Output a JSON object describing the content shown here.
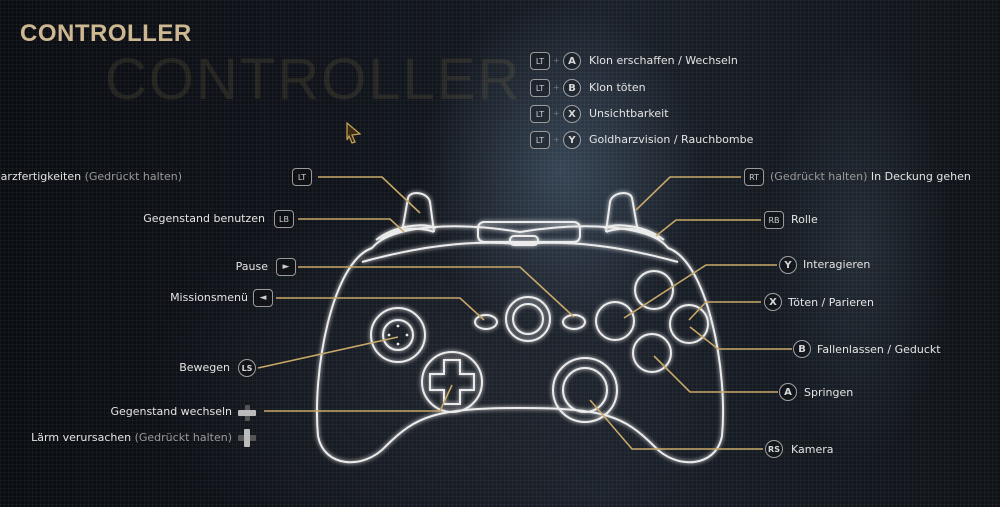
{
  "screen": {
    "title": "CONTROLLER",
    "watermark": "CONTROLLER"
  },
  "combos": [
    {
      "mod": "LT",
      "plus": "+",
      "btn": "A",
      "label": "Klon erschaffen / Wechseln"
    },
    {
      "mod": "LT",
      "plus": "+",
      "btn": "B",
      "label": "Klon töten"
    },
    {
      "mod": "LT",
      "plus": "+",
      "btn": "X",
      "label": "Unsichtbarkeit"
    },
    {
      "mod": "LT",
      "plus": "+",
      "btn": "Y",
      "label": "Goldharzvision / Rauchbombe"
    }
  ],
  "left": [
    {
      "label": "Goldharzfertigkeiten",
      "hint": "(Gedrückt halten)",
      "glyph": "LT"
    },
    {
      "label": "Gegenstand benutzen",
      "glyph": "LB"
    },
    {
      "label": "Pause",
      "glyph": "►"
    },
    {
      "label": "Missionsmenü",
      "glyph": "◄"
    },
    {
      "label": "Bewegen",
      "glyph": "LS"
    },
    {
      "label": "Gegenstand wechseln",
      "glyph": "dpad-horizontal-icon"
    },
    {
      "label": "Lärm verursachen",
      "hint": "(Gedrückt halten)",
      "glyph": "dpad-vertical-icon"
    }
  ],
  "right": [
    {
      "glyph": "RT",
      "hint": "(Gedrückt halten)",
      "label": "In Deckung gehen"
    },
    {
      "glyph": "RB",
      "label": "Rolle"
    },
    {
      "glyph": "Y",
      "label": "Interagieren"
    },
    {
      "glyph": "X",
      "label": "Töten / Parieren"
    },
    {
      "glyph": "B",
      "label": "Fallenlassen / Geduckt"
    },
    {
      "glyph": "A",
      "label": "Springen"
    },
    {
      "glyph": "RS",
      "label": "Kamera"
    }
  ],
  "colors": {
    "accent": "#cdb891",
    "line": "#c8a96a",
    "outline": "#e8e8e8"
  }
}
